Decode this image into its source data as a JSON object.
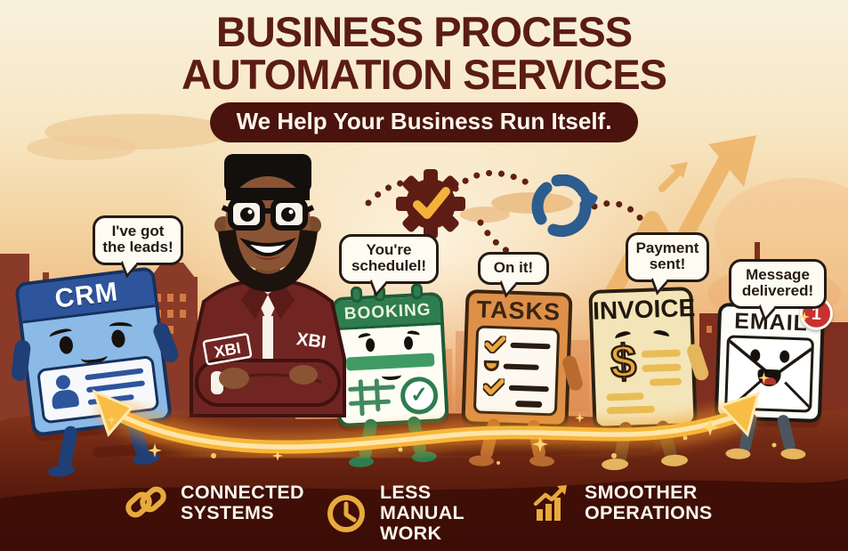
{
  "header": {
    "title_line1": "BUSINESS PROCESS",
    "title_line2": "AUTOMATION SERVICES",
    "tagline": "We Help Your Business Run Itself."
  },
  "mascot": {
    "brand": "XBI"
  },
  "characters": [
    {
      "id": "crm",
      "label": "CRM",
      "bubble": "I've got the leads!"
    },
    {
      "id": "booking",
      "label": "BOOKING",
      "bubble": "You're schedulel!"
    },
    {
      "id": "tasks",
      "label": "TASKS",
      "bubble": "On it!"
    },
    {
      "id": "invoice",
      "label": "INVOICE",
      "bubble": "Payment sent!"
    },
    {
      "id": "email",
      "label": "EMAIL",
      "bubble": "Message delivered!",
      "badge": "1"
    }
  ],
  "booking_checkmark": "✓",
  "invoice_currency": "$",
  "footer": {
    "items": [
      {
        "icon": "chain-link-icon",
        "label": "CONNECTED SYSTEMS"
      },
      {
        "icon": "clock-icon",
        "label": "LESS MANUAL WORK"
      },
      {
        "icon": "growth-chart-icon",
        "label": "SMOOTHER OPERATIONS"
      }
    ]
  },
  "decorative_icons": [
    "gear-check-icon",
    "sync-arrows-icon",
    "growth-arrow-icon",
    "glowing-flow-arrow",
    "city-skyline",
    "sparkles"
  ],
  "colors": {
    "title_maroon": "#5b1c15",
    "banner_maroon": "#4a130d",
    "gold": "#f2b33d",
    "sky_top": "#f9f1de",
    "sky_horizon": "#eca365",
    "ground": "#7c3019",
    "footer_bg": "#3c0d07",
    "crm_blue": "#8cbae6",
    "crm_header_blue": "#2e549c",
    "booking_green": "#2e7d4f",
    "tasks_orange": "#de9049",
    "invoice_cream": "#f4e5b8",
    "email_white": "#fdfdf8",
    "badge_red": "#c93030",
    "sync_blue": "#2d5c8e",
    "bubble_text": "#241b13"
  }
}
